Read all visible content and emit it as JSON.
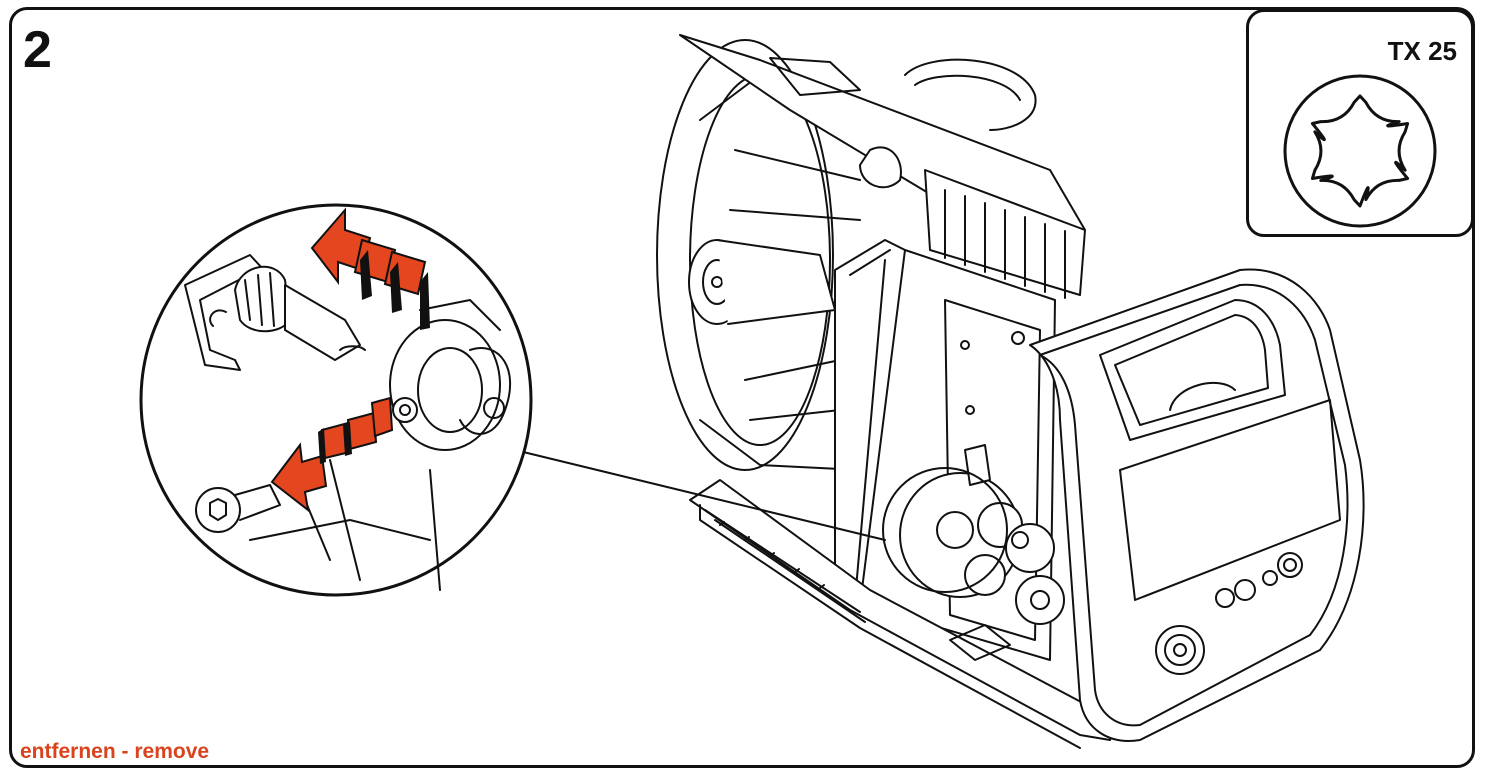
{
  "step": {
    "number": "2"
  },
  "tool": {
    "label": "TX 25",
    "icon": "torx-star-icon"
  },
  "caption": {
    "text": "entfernen - remove"
  },
  "colors": {
    "line": "#111111",
    "accent": "#d9431e",
    "arrow": "#e4461f",
    "background": "#ffffff"
  },
  "illustration": {
    "subject": "wire-feeder-machine-open-housing",
    "detail": "magnified-spool-holder-with-removal-arrows"
  }
}
